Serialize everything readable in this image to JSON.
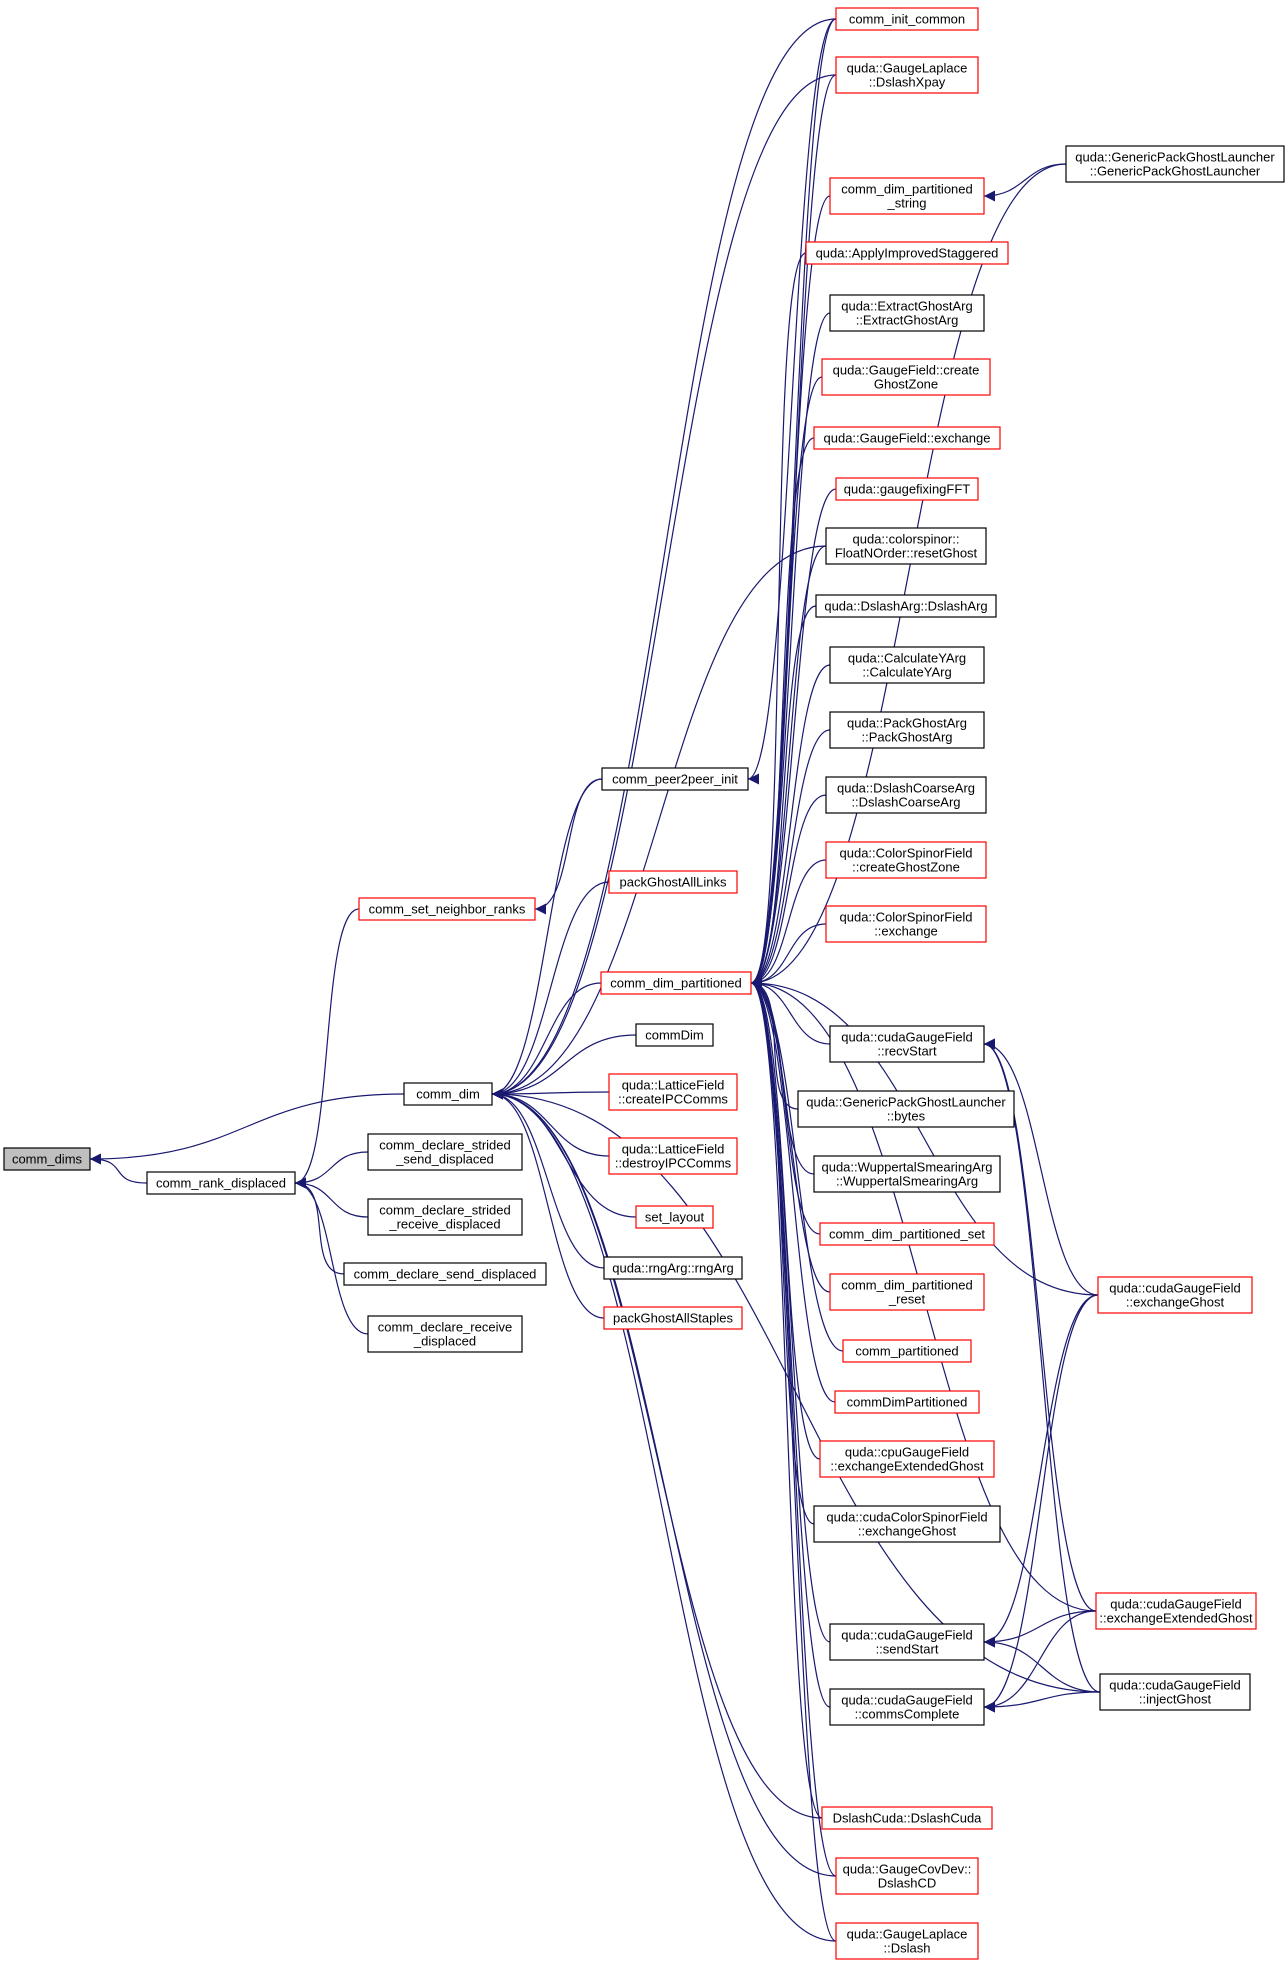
{
  "colors": {
    "edge": "#191970",
    "border_linked": "#ff0000",
    "border_plain": "#000000",
    "root_fill": "#bfbfbf",
    "node_fill": "#ffffff"
  },
  "nodes": [
    {
      "id": "comm_dims",
      "lines": [
        "comm_dims"
      ],
      "style": "root"
    },
    {
      "id": "comm_rank_displaced",
      "lines": [
        "comm_rank_displaced"
      ],
      "style": "plain"
    },
    {
      "id": "comm_dim",
      "lines": [
        "comm_dim"
      ],
      "style": "plain"
    },
    {
      "id": "comm_set_neighbor_ranks",
      "lines": [
        "comm_set_neighbor_ranks"
      ],
      "style": "linked"
    },
    {
      "id": "comm_peer2peer_init",
      "lines": [
        "comm_peer2peer_init"
      ],
      "style": "plain"
    },
    {
      "id": "comm_declare_strided_send_displaced",
      "lines": [
        "comm_declare_strided",
        "_send_displaced"
      ],
      "style": "plain"
    },
    {
      "id": "comm_declare_strided_receive_displaced",
      "lines": [
        "comm_declare_strided",
        "_receive_displaced"
      ],
      "style": "plain"
    },
    {
      "id": "comm_declare_send_displaced",
      "lines": [
        "comm_declare_send_displaced"
      ],
      "style": "plain"
    },
    {
      "id": "comm_declare_receive_displaced",
      "lines": [
        "comm_declare_receive",
        "_displaced"
      ],
      "style": "plain"
    },
    {
      "id": "packGhostAllLinks",
      "lines": [
        "packGhostAllLinks"
      ],
      "style": "linked"
    },
    {
      "id": "comm_dim_partitioned",
      "lines": [
        "comm_dim_partitioned"
      ],
      "style": "linked"
    },
    {
      "id": "commDim",
      "lines": [
        "commDim"
      ],
      "style": "plain"
    },
    {
      "id": "createIPCComms",
      "lines": [
        "quda::LatticeField",
        "::createIPCComms"
      ],
      "style": "linked"
    },
    {
      "id": "destroyIPCComms",
      "lines": [
        "quda::LatticeField",
        "::destroyIPCComms"
      ],
      "style": "linked"
    },
    {
      "id": "set_layout",
      "lines": [
        "set_layout"
      ],
      "style": "linked"
    },
    {
      "id": "rngArg",
      "lines": [
        "quda::rngArg::rngArg"
      ],
      "style": "plain"
    },
    {
      "id": "packGhostAllStaples",
      "lines": [
        "packGhostAllStaples"
      ],
      "style": "linked"
    },
    {
      "id": "comm_init_common",
      "lines": [
        "comm_init_common"
      ],
      "style": "linked"
    },
    {
      "id": "GaugeLaplaceDslashXpay",
      "lines": [
        "quda::GaugeLaplace",
        "::DslashXpay"
      ],
      "style": "linked"
    },
    {
      "id": "comm_dim_partitioned_string",
      "lines": [
        "comm_dim_partitioned",
        "_string"
      ],
      "style": "linked"
    },
    {
      "id": "ApplyImprovedStaggered",
      "lines": [
        "quda::ApplyImprovedStaggered"
      ],
      "style": "linked"
    },
    {
      "id": "ExtractGhostArg",
      "lines": [
        "quda::ExtractGhostArg",
        "::ExtractGhostArg"
      ],
      "style": "plain"
    },
    {
      "id": "GaugeFieldCreateGhostZone",
      "lines": [
        "quda::GaugeField::create",
        "GhostZone"
      ],
      "style": "linked"
    },
    {
      "id": "GaugeFieldExchange",
      "lines": [
        "quda::GaugeField::exchange"
      ],
      "style": "linked"
    },
    {
      "id": "gaugefixingFFT",
      "lines": [
        "quda::gaugefixingFFT"
      ],
      "style": "linked"
    },
    {
      "id": "FloatNOrderResetGhost",
      "lines": [
        "quda::colorspinor::",
        "FloatNOrder::resetGhost"
      ],
      "style": "plain"
    },
    {
      "id": "DslashArg",
      "lines": [
        "quda::DslashArg::DslashArg"
      ],
      "style": "plain"
    },
    {
      "id": "CalculateYArg",
      "lines": [
        "quda::CalculateYArg",
        "::CalculateYArg"
      ],
      "style": "plain"
    },
    {
      "id": "PackGhostArg",
      "lines": [
        "quda::PackGhostArg",
        "::PackGhostArg"
      ],
      "style": "plain"
    },
    {
      "id": "DslashCoarseArg",
      "lines": [
        "quda::DslashCoarseArg",
        "::DslashCoarseArg"
      ],
      "style": "plain"
    },
    {
      "id": "ColorSpinorFieldCreateGhostZone",
      "lines": [
        "quda::ColorSpinorField",
        "::createGhostZone"
      ],
      "style": "linked"
    },
    {
      "id": "ColorSpinorFieldExchange",
      "lines": [
        "quda::ColorSpinorField",
        "::exchange"
      ],
      "style": "linked"
    },
    {
      "id": "recvStart",
      "lines": [
        "quda::cudaGaugeField",
        "::recvStart"
      ],
      "style": "plain"
    },
    {
      "id": "GenericPackGhostLauncherBytes",
      "lines": [
        "quda::GenericPackGhostLauncher",
        "::bytes"
      ],
      "style": "plain"
    },
    {
      "id": "WuppertalSmearingArg",
      "lines": [
        "quda::WuppertalSmearingArg",
        "::WuppertalSmearingArg"
      ],
      "style": "plain"
    },
    {
      "id": "comm_dim_partitioned_set",
      "lines": [
        "comm_dim_partitioned_set"
      ],
      "style": "linked"
    },
    {
      "id": "comm_dim_partitioned_reset",
      "lines": [
        "comm_dim_partitioned",
        "_reset"
      ],
      "style": "linked"
    },
    {
      "id": "comm_partitioned",
      "lines": [
        "comm_partitioned"
      ],
      "style": "linked"
    },
    {
      "id": "commDimPartitioned",
      "lines": [
        "commDimPartitioned"
      ],
      "style": "linked"
    },
    {
      "id": "cpuExchangeExtendedGhost",
      "lines": [
        "quda::cpuGaugeField",
        "::exchangeExtendedGhost"
      ],
      "style": "linked"
    },
    {
      "id": "cudaColorSpinorExchangeGhost",
      "lines": [
        "quda::cudaColorSpinorField",
        "::exchangeGhost"
      ],
      "style": "plain"
    },
    {
      "id": "sendStart",
      "lines": [
        "quda::cudaGaugeField",
        "::sendStart"
      ],
      "style": "plain"
    },
    {
      "id": "commsComplete",
      "lines": [
        "quda::cudaGaugeField",
        "::commsComplete"
      ],
      "style": "plain"
    },
    {
      "id": "DslashCuda",
      "lines": [
        "DslashCuda::DslashCuda"
      ],
      "style": "linked"
    },
    {
      "id": "GaugeCovDevDslashCD",
      "lines": [
        "quda::GaugeCovDev::",
        "DslashCD"
      ],
      "style": "linked"
    },
    {
      "id": "GaugeLaplaceDslash",
      "lines": [
        "quda::GaugeLaplace",
        "::Dslash"
      ],
      "style": "linked"
    },
    {
      "id": "GenericPackGhostLauncher",
      "lines": [
        "quda::GenericPackGhostLauncher",
        "::GenericPackGhostLauncher"
      ],
      "style": "plain"
    },
    {
      "id": "cudaExchangeGhost",
      "lines": [
        "quda::cudaGaugeField",
        "::exchangeGhost"
      ],
      "style": "linked"
    },
    {
      "id": "cudaExchangeExtendedGhost",
      "lines": [
        "quda::cudaGaugeField",
        "::exchangeExtendedGhost"
      ],
      "style": "linked"
    },
    {
      "id": "injectGhost",
      "lines": [
        "quda::cudaGaugeField",
        "::injectGhost"
      ],
      "style": "plain"
    }
  ],
  "edges": [
    [
      "comm_rank_displaced",
      "comm_dims"
    ],
    [
      "comm_dim",
      "comm_dims"
    ],
    [
      "comm_set_neighbor_ranks",
      "comm_rank_displaced"
    ],
    [
      "comm_declare_strided_send_displaced",
      "comm_rank_displaced"
    ],
    [
      "comm_declare_strided_receive_displaced",
      "comm_rank_displaced"
    ],
    [
      "comm_declare_send_displaced",
      "comm_rank_displaced"
    ],
    [
      "comm_declare_receive_displaced",
      "comm_rank_displaced"
    ],
    [
      "comm_peer2peer_init",
      "comm_set_neighbor_ranks"
    ],
    [
      "comm_peer2peer_init",
      "comm_dim"
    ],
    [
      "packGhostAllLinks",
      "comm_dim"
    ],
    [
      "comm_dim_partitioned",
      "comm_dim"
    ],
    [
      "commDim",
      "comm_dim"
    ],
    [
      "createIPCComms",
      "comm_dim"
    ],
    [
      "destroyIPCComms",
      "comm_dim"
    ],
    [
      "set_layout",
      "comm_dim"
    ],
    [
      "rngArg",
      "comm_dim"
    ],
    [
      "packGhostAllStaples",
      "comm_dim"
    ],
    [
      "comm_init_common",
      "comm_dim"
    ],
    [
      "GaugeLaplaceDslashXpay",
      "comm_dim"
    ],
    [
      "FloatNOrderResetGhost",
      "comm_dim"
    ],
    [
      "DslashCuda",
      "comm_dim"
    ],
    [
      "GaugeCovDevDslashCD",
      "comm_dim"
    ],
    [
      "GaugeLaplaceDslash",
      "comm_dim"
    ],
    [
      "injectGhost",
      "comm_dim"
    ],
    [
      "comm_init_common",
      "comm_peer2peer_init"
    ],
    [
      "comm_init_common",
      "comm_dim_partitioned"
    ],
    [
      "GaugeLaplaceDslashXpay",
      "comm_dim_partitioned"
    ],
    [
      "GenericPackGhostLauncher",
      "comm_dim_partitioned"
    ],
    [
      "comm_dim_partitioned_string",
      "comm_dim_partitioned"
    ],
    [
      "ApplyImprovedStaggered",
      "comm_dim_partitioned"
    ],
    [
      "ExtractGhostArg",
      "comm_dim_partitioned"
    ],
    [
      "GaugeFieldCreateGhostZone",
      "comm_dim_partitioned"
    ],
    [
      "GaugeFieldExchange",
      "comm_dim_partitioned"
    ],
    [
      "gaugefixingFFT",
      "comm_dim_partitioned"
    ],
    [
      "FloatNOrderResetGhost",
      "comm_dim_partitioned"
    ],
    [
      "DslashArg",
      "comm_dim_partitioned"
    ],
    [
      "CalculateYArg",
      "comm_dim_partitioned"
    ],
    [
      "PackGhostArg",
      "comm_dim_partitioned"
    ],
    [
      "DslashCoarseArg",
      "comm_dim_partitioned"
    ],
    [
      "ColorSpinorFieldCreateGhostZone",
      "comm_dim_partitioned"
    ],
    [
      "ColorSpinorFieldExchange",
      "comm_dim_partitioned"
    ],
    [
      "recvStart",
      "comm_dim_partitioned"
    ],
    [
      "GenericPackGhostLauncherBytes",
      "comm_dim_partitioned"
    ],
    [
      "WuppertalSmearingArg",
      "comm_dim_partitioned"
    ],
    [
      "comm_dim_partitioned_set",
      "comm_dim_partitioned"
    ],
    [
      "comm_dim_partitioned_reset",
      "comm_dim_partitioned"
    ],
    [
      "comm_partitioned",
      "comm_dim_partitioned"
    ],
    [
      "commDimPartitioned",
      "comm_dim_partitioned"
    ],
    [
      "cpuExchangeExtendedGhost",
      "comm_dim_partitioned"
    ],
    [
      "cudaColorSpinorExchangeGhost",
      "comm_dim_partitioned"
    ],
    [
      "sendStart",
      "comm_dim_partitioned"
    ],
    [
      "commsComplete",
      "comm_dim_partitioned"
    ],
    [
      "DslashCuda",
      "comm_dim_partitioned"
    ],
    [
      "GaugeCovDevDslashCD",
      "comm_dim_partitioned"
    ],
    [
      "GaugeLaplaceDslash",
      "comm_dim_partitioned"
    ],
    [
      "cudaExchangeGhost",
      "comm_dim_partitioned"
    ],
    [
      "cudaExchangeExtendedGhost",
      "comm_dim_partitioned"
    ],
    [
      "GenericPackGhostLauncher",
      "comm_dim_partitioned_string"
    ],
    [
      "cudaExchangeGhost",
      "recvStart"
    ],
    [
      "cudaExchangeExtendedGhost",
      "recvStart"
    ],
    [
      "injectGhost",
      "recvStart"
    ],
    [
      "cudaExchangeGhost",
      "sendStart"
    ],
    [
      "cudaExchangeExtendedGhost",
      "sendStart"
    ],
    [
      "injectGhost",
      "sendStart"
    ],
    [
      "cudaExchangeGhost",
      "commsComplete"
    ],
    [
      "cudaExchangeExtendedGhost",
      "commsComplete"
    ],
    [
      "injectGhost",
      "commsComplete"
    ]
  ]
}
